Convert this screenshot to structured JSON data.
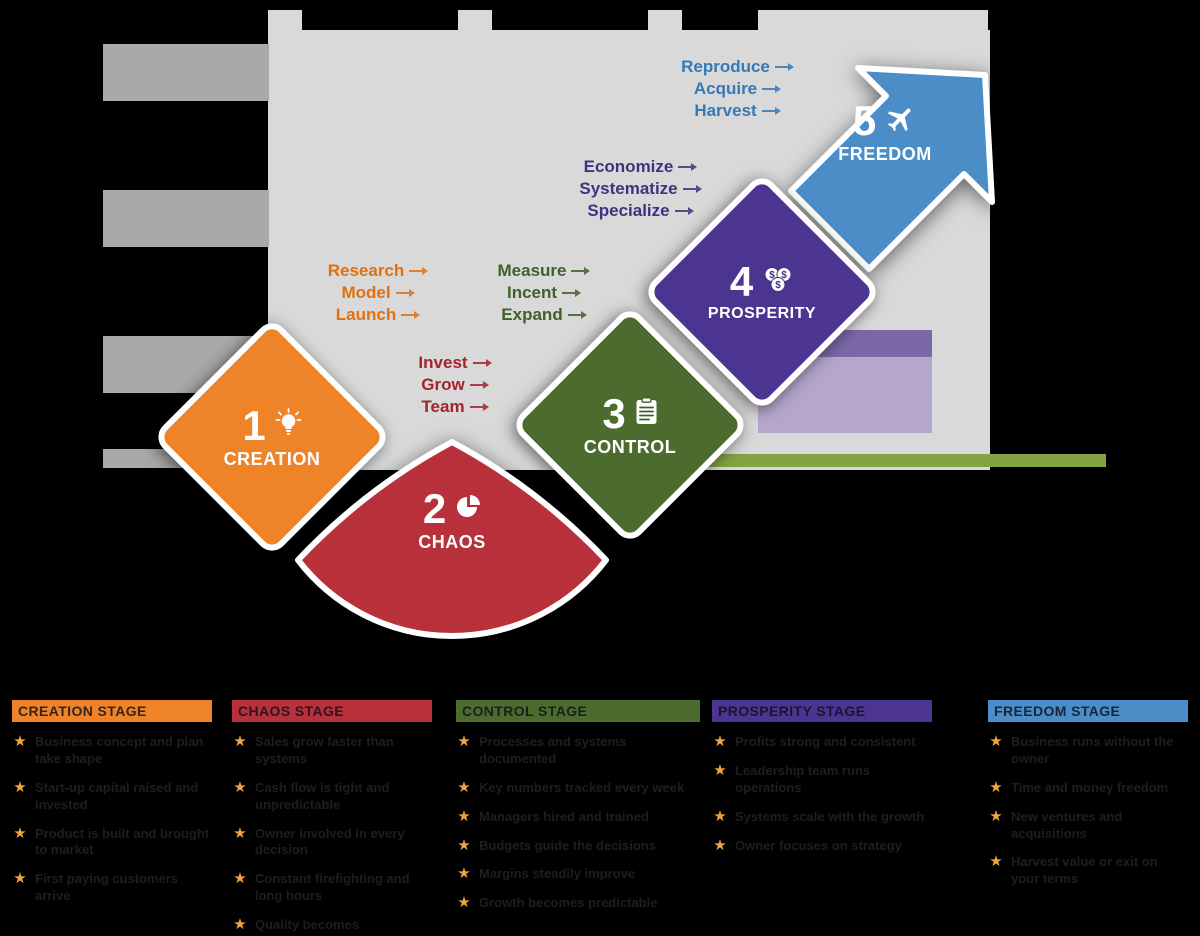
{
  "stages": [
    {
      "number": "1",
      "name": "CREATION",
      "color": "#ee8327",
      "text_color": "#e2700f",
      "icon": "lightbulb-icon"
    },
    {
      "number": "2",
      "name": "CHAOS",
      "color": "#b8303a",
      "text_color": "#a3242d",
      "icon": "pie-chart-icon"
    },
    {
      "number": "3",
      "name": "CONTROL",
      "color": "#4c6b2f",
      "text_color": "#40612a",
      "icon": "clipboard-icon"
    },
    {
      "number": "4",
      "name": "PROSPERITY",
      "color": "#4b3590",
      "text_color": "#43317f",
      "icon": "money-icon"
    },
    {
      "number": "5",
      "name": "FREEDOM",
      "color": "#4a8dc7",
      "text_color": "#3579b5",
      "icon": "airplane-icon"
    }
  ],
  "transitions": [
    {
      "words": [
        "Research",
        "Model",
        "Launch"
      ]
    },
    {
      "words": [
        "Invest",
        "Grow",
        "Team"
      ]
    },
    {
      "words": [
        "Measure",
        "Incent",
        "Expand"
      ]
    },
    {
      "words": [
        "Economize",
        "Systematize",
        "Specialize"
      ]
    },
    {
      "words": [
        "Reproduce",
        "Acquire",
        "Harvest"
      ]
    }
  ],
  "columns": [
    {
      "header": "CREATION STAGE",
      "items": [
        {
          "text": "Business concept and plan take shape"
        },
        {
          "text": "Start-up capital raised and invested"
        },
        {
          "text": "Product is built and brought to market"
        },
        {
          "text": "First paying customers arrive"
        }
      ]
    },
    {
      "header": "CHAOS STAGE",
      "items": [
        {
          "text": "Sales grow faster than systems"
        },
        {
          "text": "Cash flow is tight and unpredictable"
        },
        {
          "text": "Owner involved in every decision"
        },
        {
          "text": "Constant firefighting and long hours"
        },
        {
          "text": "Quality becomes inconsistent"
        }
      ]
    },
    {
      "header": "CONTROL STAGE",
      "items": [
        {
          "text": "Processes and systems documented"
        },
        {
          "text": "Key numbers tracked every week"
        },
        {
          "text": "Managers hired and trained"
        },
        {
          "text": "Budgets guide the decisions"
        },
        {
          "text": "Margins steadily improve"
        },
        {
          "text": "Growth becomes predictable"
        }
      ]
    },
    {
      "header": "PROSPERITY STAGE",
      "items": [
        {
          "text": "Profits strong and consistent"
        },
        {
          "text": "Leadership team runs operations"
        },
        {
          "text": "Systems scale with the growth"
        },
        {
          "text": "Owner focuses on strategy"
        }
      ]
    },
    {
      "header": "FREEDOM STAGE",
      "items": [
        {
          "text": "Business runs without the owner"
        },
        {
          "text": "Time and money freedom"
        },
        {
          "text": "New ventures and acquisitions"
        },
        {
          "text": "Harvest value or exit on your terms"
        }
      ]
    }
  ],
  "icons": {
    "star": "★"
  }
}
